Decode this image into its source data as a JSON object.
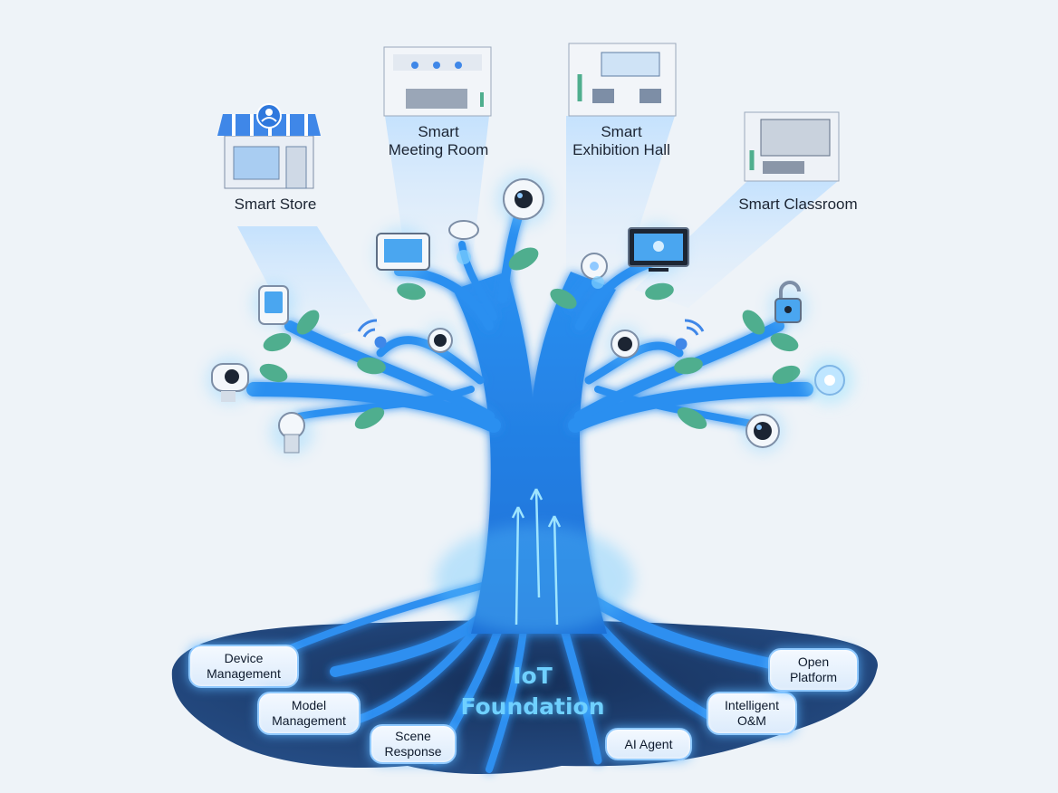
{
  "scenes": [
    {
      "id": "smart-store",
      "label": "Smart Store"
    },
    {
      "id": "smart-meeting-room",
      "label": "Smart\nMeeting Room"
    },
    {
      "id": "smart-exhibition-hall",
      "label": "Smart\nExhibition Hall"
    },
    {
      "id": "smart-classroom",
      "label": "Smart Classroom"
    }
  ],
  "core": {
    "label": "IoT\nFoundation"
  },
  "capabilities": [
    {
      "id": "device-management",
      "label": "Device\nManagement"
    },
    {
      "id": "model-management",
      "label": "Model\nManagement"
    },
    {
      "id": "scene-response",
      "label": "Scene\nResponse"
    },
    {
      "id": "ai-agent",
      "label": "AI Agent"
    },
    {
      "id": "intelligent-om",
      "label": "Intelligent\nO&M"
    },
    {
      "id": "open-platform",
      "label": "Open\nPlatform"
    }
  ],
  "devices": [
    "tablet-icon",
    "ip-camera-icon",
    "smart-bulb-icon",
    "wireless-signal-icon",
    "touch-panel-icon",
    "smoke-sensor-icon",
    "dome-camera-icon",
    "camera-icon",
    "sensor-icon",
    "wireless-signal-icon",
    "display-icon",
    "smart-lock-icon",
    "beacon-icon",
    "camera-icon"
  ],
  "colors": {
    "background": "#eef3f8",
    "trunk": "#1f86e8",
    "glow": "#6fd0ff",
    "leaf": "#4fae8e",
    "soil": "#1d3b66",
    "pill_border": "#8fc9ff"
  }
}
